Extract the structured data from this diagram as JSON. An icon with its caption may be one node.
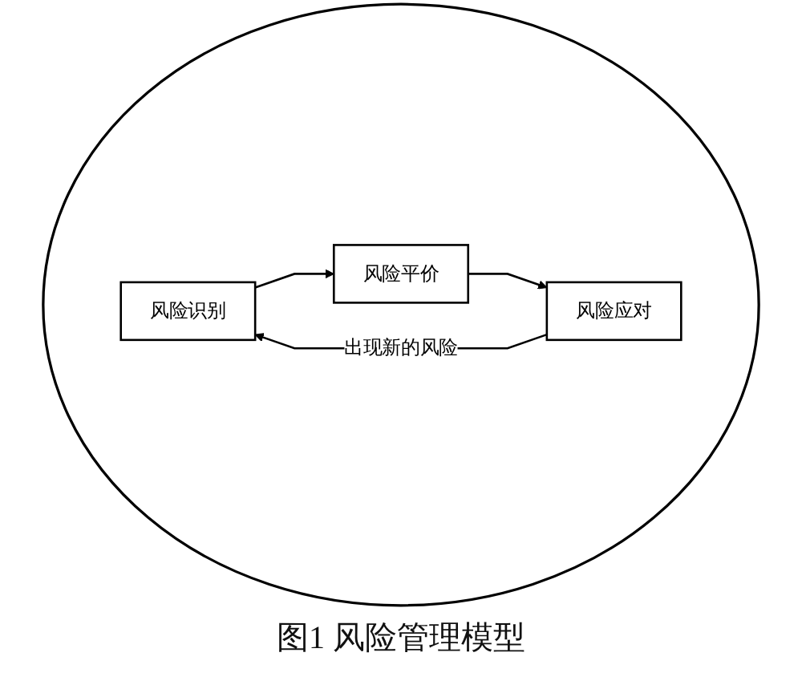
{
  "diagram": {
    "caption": "图1 风险管理模型",
    "nodes": [
      {
        "text": [],
        "shape": "circle"
      },
      {
        "text": [
          "风险识别"
        ],
        "in": 0
      },
      {
        "text": [
          "风险平价"
        ],
        "in": 0
      },
      {
        "text": [
          "风险应对"
        ],
        "in": 0
      }
    ],
    "edges": [
      {
        "from": 1,
        "to": 2,
        "arrow": "to"
      },
      {
        "from": 2,
        "to": 3,
        "arrow": "to"
      },
      {
        "from": 3,
        "to": 1,
        "arrow": "to",
        "label": "出现新的风险"
      }
    ]
  }
}
